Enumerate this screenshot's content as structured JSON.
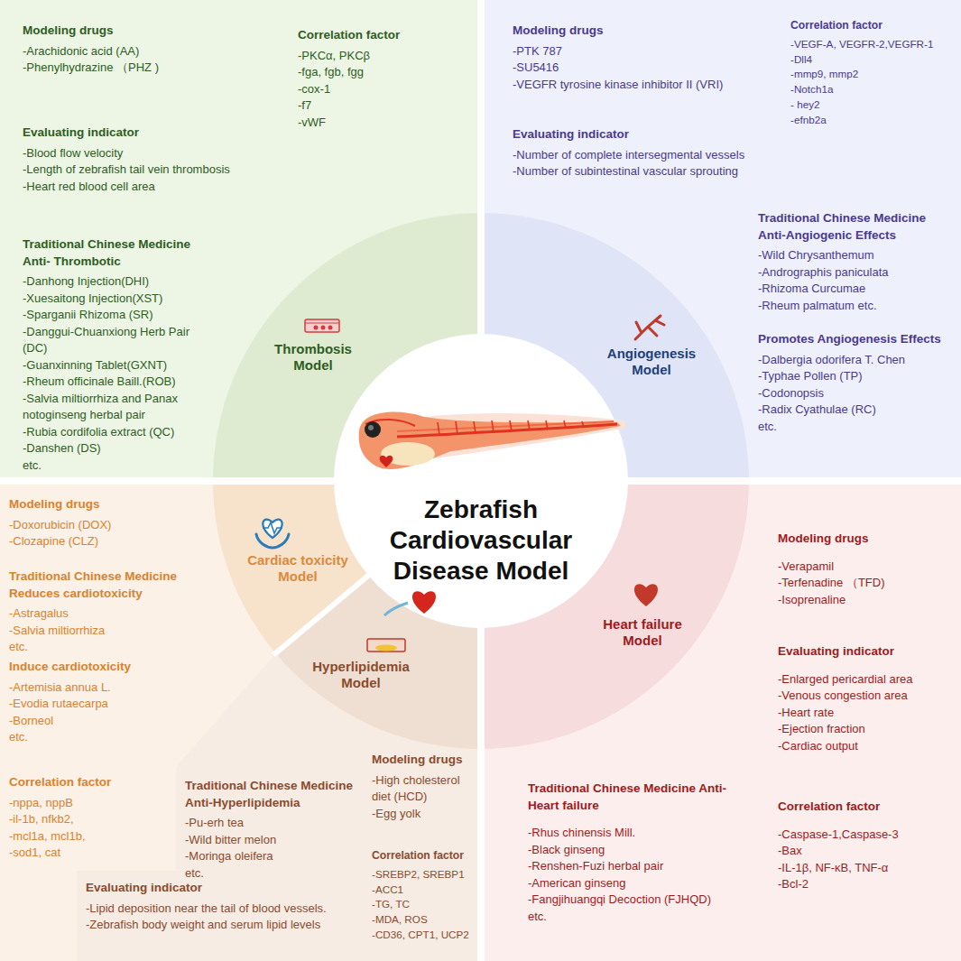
{
  "diagram": {
    "nodes": [
      {
        "text": [
          "Modeling drugs",
          "-Arachidonic acid (AA)",
          "-Phenylhydrazine （PHZ )",
          "Correlation factor",
          "-PKCα, PKCβ",
          "-fga, fgb, fgg",
          "-cox-1",
          "-f7",
          "-vWF",
          "Evaluating indicator",
          "-Blood flow velocity",
          "-Length of zebrafish tail vein thrombosis",
          "-Heart red blood cell area",
          "Traditional Chinese Medicine Anti- Thrombotic",
          "-Danhong Injection(DHI)",
          "-Xuesaitong Injection(XST)",
          "-Sparganii Rhizoma (SR)",
          "-Danggui-Chuanxiong Herb Pair (DC)",
          "-Guanxinning Tablet(GXNT)",
          "-Rheum officinale Baill.(ROB)",
          "-Salvia miltiorrhiza and Panax notoginseng herbal pair",
          "-Rubia cordifolia extract (QC)",
          "-Danshen (DS)",
          "etc."
        ]
      },
      {
        "text": [
          "Modeling drugs",
          "-PTK 787",
          "-SU5416",
          "-VEGFR tyrosine kinase inhibitor II (VRI)",
          "Correlation factor",
          "-VEGF-A, VEGFR-2,VEGFR-1",
          "-Dll4",
          "-mmp9, mmp2",
          "-Notch1a",
          "- hey2",
          "-efnb2a",
          "Evaluating indicator",
          "-Number of complete intersegmental vessels",
          "-Number of subintestinal vascular sprouting",
          "Traditional Chinese Medicine Anti-Angiogenic Effects",
          "-Wild Chrysanthemum",
          "-Andrographis paniculata",
          "-Rhizoma Curcumae",
          "-Rheum palmatum etc.",
          "Promotes Angiogenesis Effects",
          "-Dalbergia odorifera T. Chen",
          "-Typhae Pollen (TP)",
          "-Codonopsis",
          "-Radix Cyathulae (RC)",
          "etc."
        ]
      },
      {
        "text": [
          "Thrombosis Model"
        ]
      },
      {
        "text": [
          "Angiogenesis Model"
        ]
      },
      {
        "text": [
          "Zebrafish Cardiovascular Disease Model"
        ]
      },
      {
        "text": [
          "Cardiac toxicity Model"
        ]
      },
      {
        "text": [
          "Hyperlipidemia Model"
        ]
      },
      {
        "text": [
          "Heart failure Model"
        ]
      },
      {
        "text": [
          "Modeling drugs",
          "-Doxorubicin (DOX)",
          "-Clozapine (CLZ)",
          "Traditional Chinese Medicine Reduces cardiotoxicity",
          "-Astragalus",
          "-Salvia miltiorrhiza",
          "etc.",
          "Induce cardiotoxicity",
          "-Artemisia annua L.",
          "-Evodia rutaecarpa",
          "-Borneol",
          "etc.",
          "Correlation factor",
          "-nppa, nppB",
          "-il-1b, nfkb2,",
          "-mcl1a, mcl1b,",
          "-sod1, cat"
        ]
      },
      {
        "text": [
          "Traditional Chinese Medicine Anti-Hyperlipidemia",
          "-Pu-erh tea",
          "-Wild bitter melon",
          "-Moringa oleifera",
          "etc.",
          "Modeling drugs",
          "-High cholesterol diet (HCD)",
          "-Egg yolk",
          "Correlation factor",
          "-SREBP2, SREBP1",
          "-ACC1",
          "-TG, TC",
          "-MDA, ROS",
          "-CD36, CPT1, UCP2",
          "Evaluating indicator",
          "-Lipid deposition near the tail of blood vessels.",
          "-Zebrafish body weight and serum lipid levels"
        ]
      },
      {
        "text": [
          "Modeling drugs",
          "-Verapamil",
          "-Terfenadine （TFD)",
          "-Isoprenaline",
          "Evaluating indicator",
          "-Enlarged pericardial area",
          "-Venous congestion area",
          "-Heart rate",
          "-Ejection fraction",
          "-Cardiac output",
          "Traditional Chinese Medicine Anti-Heart failure",
          "-Rhus chinensis Mill.",
          "-Black ginseng",
          "-Renshen-Fuzi herbal pair",
          "-American ginseng",
          "-Fangjihuangqi Decoction (FJHQD)",
          "etc.",
          "Correlation factor",
          "-Caspase-1,Caspase-3",
          "-Bax",
          "-IL-1β, NF-κB, TNF-α",
          "-Bcl-2"
        ]
      }
    ]
  }
}
